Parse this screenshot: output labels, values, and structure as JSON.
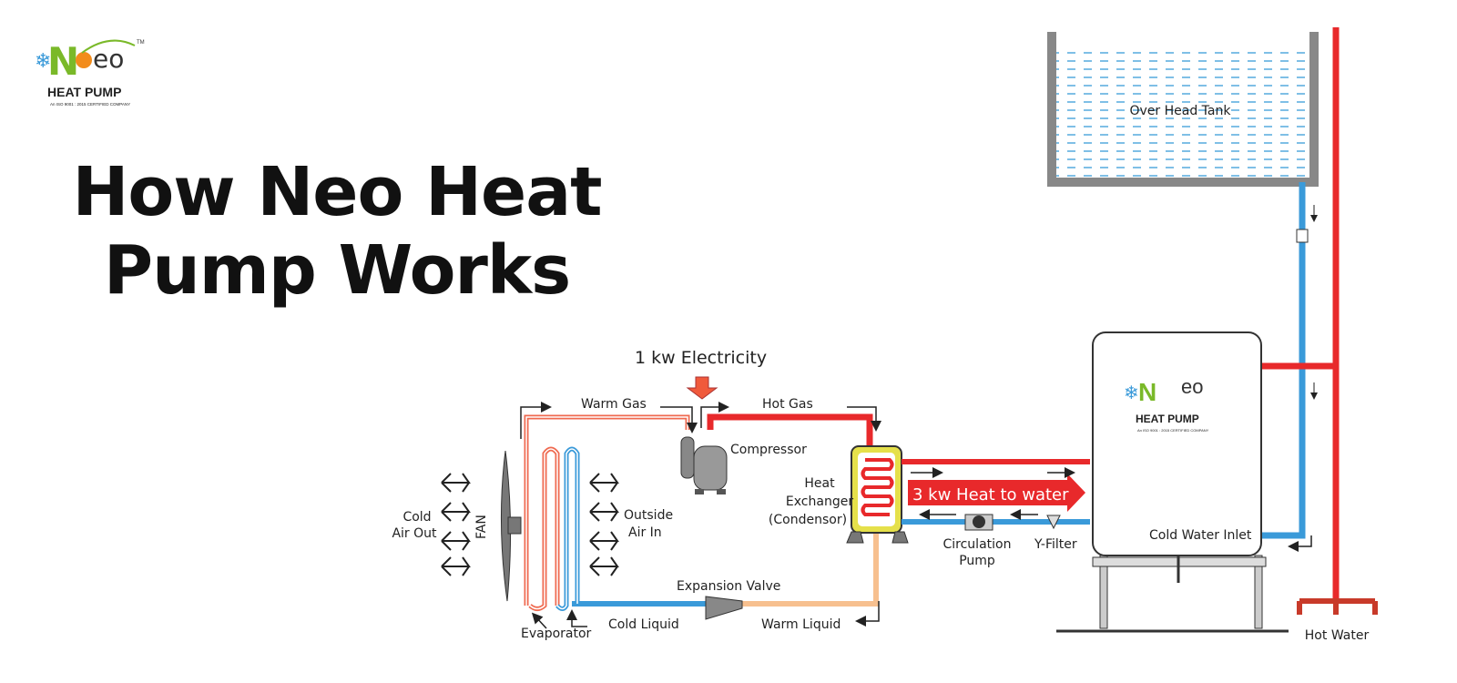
{
  "logo": {
    "letter": "N",
    "text": "eo",
    "tm": "TM",
    "product": "HEAT PUMP",
    "tagline": "An ISO 9001 : 2015 CERTIFIED COMPANY"
  },
  "title": {
    "line1": "How Neo Heat",
    "line2": "Pump Works"
  },
  "labels": {
    "electricity": "1 kw Electricity",
    "warm_gas": "Warm Gas",
    "hot_gas": "Hot Gas",
    "compressor": "Compressor",
    "heat_exchanger_1": "Heat",
    "heat_exchanger_2": "Exchanger",
    "heat_exchanger_3": "(Condensor)",
    "cold_air_1": "Cold",
    "cold_air_2": "Air  Out",
    "fan": "FAN",
    "outside_air_1": "Outside",
    "outside_air_2": "Air In",
    "expansion_valve": "Expansion Valve",
    "cold_liquid": "Cold Liquid",
    "warm_liquid": "Warm Liquid",
    "evaporator": "Evaporator",
    "heat_to_water": "3 kw Heat to water",
    "circulation_pump_1": "Circulation",
    "circulation_pump_2": "Pump",
    "y_filter": "Y-Filter",
    "cold_water_inlet": "Cold Water Inlet",
    "over_head_tank": "Over Head Tank",
    "hot_water": "Hot Water"
  },
  "colors": {
    "hot": "#e8292b",
    "cold": "#3a9ad9",
    "warm_liquid": "#f7c08f",
    "warm_gas": "#ef6a50",
    "logo_green": "#7ab929",
    "logo_orange": "#f28c1c",
    "tank_gray": "#888888",
    "exchanger_yellow": "#e5e04a"
  }
}
